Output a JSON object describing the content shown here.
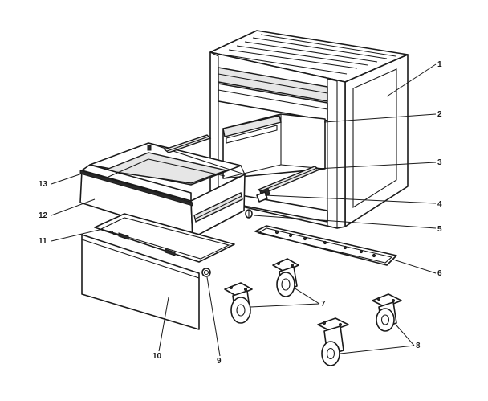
{
  "callouts": [
    {
      "id": "1",
      "label": "1"
    },
    {
      "id": "2",
      "label": "2"
    },
    {
      "id": "3",
      "label": "3"
    },
    {
      "id": "4",
      "label": "4"
    },
    {
      "id": "5",
      "label": "5"
    },
    {
      "id": "6",
      "label": "6"
    },
    {
      "id": "7",
      "label": "7"
    },
    {
      "id": "8",
      "label": "8"
    },
    {
      "id": "9",
      "label": "9"
    },
    {
      "id": "10",
      "label": "10"
    },
    {
      "id": "11",
      "label": "11"
    },
    {
      "id": "12",
      "label": "12"
    },
    {
      "id": "13",
      "label": "13"
    }
  ],
  "colors": {
    "line": "#1a1a1a",
    "background": "#ffffff",
    "shade": "#e6e6e6"
  }
}
